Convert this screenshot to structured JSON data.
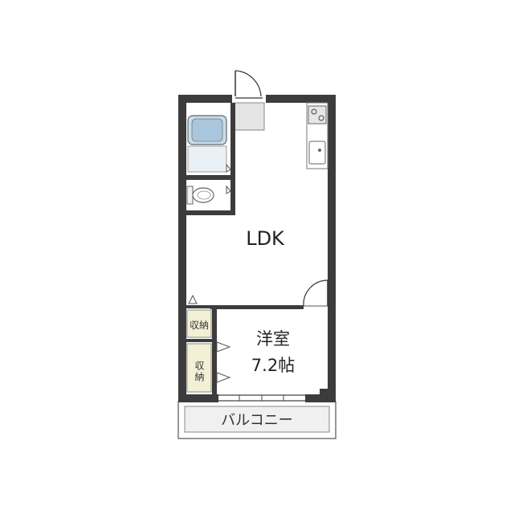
{
  "rooms": {
    "ldk": {
      "label": "LDK"
    },
    "western_room": {
      "name": "洋室",
      "size": "7.2帖"
    },
    "storage_upper": {
      "label": "収納"
    },
    "storage_lower": {
      "label": "収納"
    },
    "balcony": {
      "label": "バルコニー"
    }
  },
  "colors": {
    "wall": "#3c3c3c",
    "floor": "#ffffff",
    "storage_fill": "#f4f0d6",
    "bath_blue": "#c9dcea",
    "balcony_fill": "#f0f0f0",
    "fixture_gray": "#e6e6e6",
    "thin_line": "#555555"
  },
  "icons": {
    "bathtub": "bathtub-icon",
    "toilet": "toilet-icon",
    "stove": "stove-icon",
    "sink": "sink-icon"
  }
}
